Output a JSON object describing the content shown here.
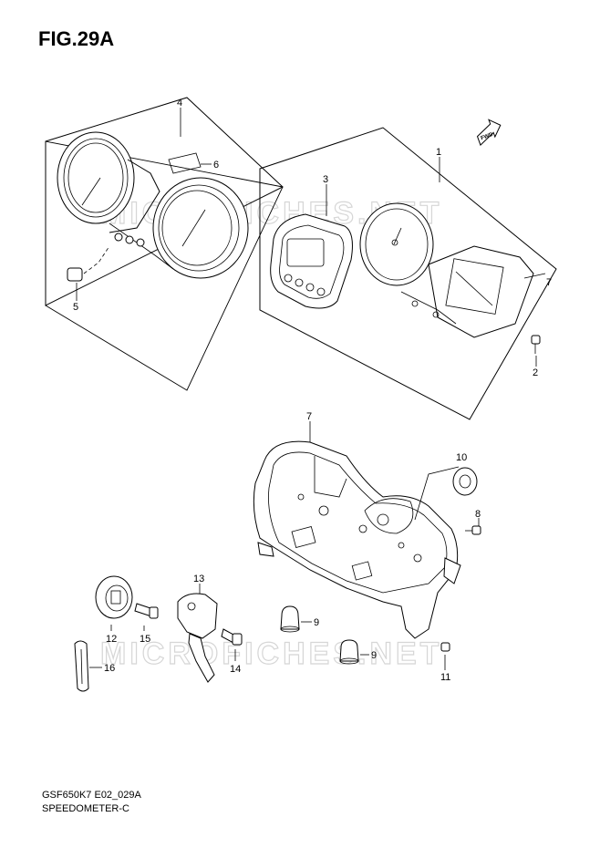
{
  "figure": {
    "title": "FIG.29A",
    "code": "GSF650K7 E02_029A",
    "name": "SPEEDOMETER-C",
    "fwd_label": "FWD",
    "watermark": "MICROFICHES.NET"
  },
  "callouts": {
    "c1": "1",
    "c2": "2",
    "c3": "3",
    "c4": "4",
    "c5": "5",
    "c6": "6",
    "c7a": "7",
    "c7b": "7",
    "c8": "8",
    "c9a": "9",
    "c9b": "9",
    "c10": "10",
    "c11": "11",
    "c12": "12",
    "c13": "13",
    "c14": "14",
    "c15": "15",
    "c16": "16"
  }
}
